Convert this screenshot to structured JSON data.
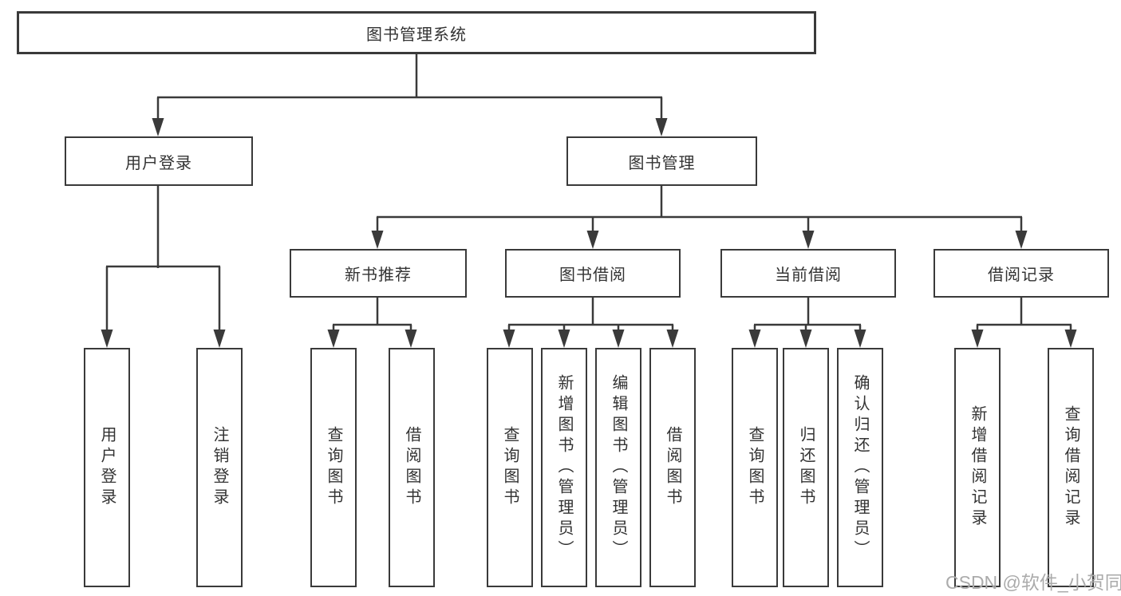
{
  "tree": {
    "root": {
      "label": "图书管理系统",
      "children": [
        {
          "label": "用户登录",
          "children": [
            {
              "label": "用户登录"
            },
            {
              "label": "注销登录"
            }
          ]
        },
        {
          "label": "图书管理",
          "children": [
            {
              "label": "新书推荐",
              "children": [
                {
                  "label": "查询图书"
                },
                {
                  "label": "借阅图书"
                }
              ]
            },
            {
              "label": "图书借阅",
              "children": [
                {
                  "label": "查询图书"
                },
                {
                  "label": "新增图书（管理员）"
                },
                {
                  "label": "编辑图书（管理员）"
                },
                {
                  "label": "借阅图书"
                }
              ]
            },
            {
              "label": "当前借阅",
              "children": [
                {
                  "label": "查询图书"
                },
                {
                  "label": "归还图书"
                },
                {
                  "label": "确认归还（管理员）"
                }
              ]
            },
            {
              "label": "借阅记录",
              "children": [
                {
                  "label": "新增借阅记录"
                },
                {
                  "label": "查询借阅记录"
                }
              ]
            }
          ]
        }
      ]
    }
  },
  "watermark": {
    "text": "CSDN @软件_小贺同学"
  },
  "colors": {
    "line": "#3a3a3a",
    "text": "#333333",
    "watermark": "#ababab"
  }
}
